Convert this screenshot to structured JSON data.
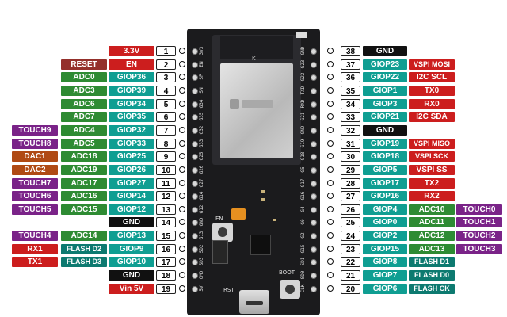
{
  "colors": {
    "power": "#cc1e1e",
    "adc": "#2e8b33",
    "gpio": "#0f9e92",
    "touch": "#7a2388",
    "dac": "#b04a14",
    "serial": "#cc1e1e",
    "reset": "#94302b",
    "ground": "#111111",
    "flash": "#0d7a70",
    "spi": "#cc1e1e",
    "i2c": "#cc1e1e",
    "board": "#1b1b1d",
    "shield": "#c9c9c9"
  },
  "left_pins": [
    {
      "num": "1",
      "labels": [
        {
          "text": "3.3V",
          "kind": "power"
        }
      ]
    },
    {
      "num": "2",
      "labels": [
        {
          "text": "EN",
          "kind": "serial"
        },
        {
          "text": "RESET",
          "kind": "reset"
        }
      ]
    },
    {
      "num": "3",
      "labels": [
        {
          "text": "GIOP36",
          "kind": "gpio"
        },
        {
          "text": "ADC0",
          "kind": "adc"
        }
      ]
    },
    {
      "num": "4",
      "labels": [
        {
          "text": "GIOP39",
          "kind": "gpio"
        },
        {
          "text": "ADC3",
          "kind": "adc"
        }
      ]
    },
    {
      "num": "5",
      "labels": [
        {
          "text": "GIOP34",
          "kind": "gpio"
        },
        {
          "text": "ADC6",
          "kind": "adc"
        }
      ]
    },
    {
      "num": "6",
      "labels": [
        {
          "text": "GIOP35",
          "kind": "gpio"
        },
        {
          "text": "ADC7",
          "kind": "adc"
        }
      ]
    },
    {
      "num": "7",
      "labels": [
        {
          "text": "GIOP32",
          "kind": "gpio"
        },
        {
          "text": "ADC4",
          "kind": "adc"
        },
        {
          "text": "TOUCH9",
          "kind": "touch"
        }
      ]
    },
    {
      "num": "8",
      "labels": [
        {
          "text": "GIOP33",
          "kind": "gpio"
        },
        {
          "text": "ADC5",
          "kind": "adc"
        },
        {
          "text": "TOUCH8",
          "kind": "touch"
        }
      ]
    },
    {
      "num": "9",
      "labels": [
        {
          "text": "GIOP25",
          "kind": "gpio"
        },
        {
          "text": "ADC18",
          "kind": "adc"
        },
        {
          "text": "DAC1",
          "kind": "dac"
        }
      ]
    },
    {
      "num": "10",
      "labels": [
        {
          "text": "GIOP26",
          "kind": "gpio"
        },
        {
          "text": "ADC19",
          "kind": "adc"
        },
        {
          "text": "DAC2",
          "kind": "dac"
        }
      ]
    },
    {
      "num": "11",
      "labels": [
        {
          "text": "GIOP27",
          "kind": "gpio"
        },
        {
          "text": "ADC17",
          "kind": "adc"
        },
        {
          "text": "TOUCH7",
          "kind": "touch"
        }
      ]
    },
    {
      "num": "12",
      "labels": [
        {
          "text": "GIOP14",
          "kind": "gpio"
        },
        {
          "text": "ADC16",
          "kind": "adc"
        },
        {
          "text": "TOUCH6",
          "kind": "touch"
        }
      ]
    },
    {
      "num": "13",
      "labels": [
        {
          "text": "GIOP12",
          "kind": "gpio"
        },
        {
          "text": "ADC15",
          "kind": "adc"
        },
        {
          "text": "TOUCH5",
          "kind": "touch"
        }
      ]
    },
    {
      "num": "14",
      "labels": [
        {
          "text": "GND",
          "kind": "ground"
        }
      ]
    },
    {
      "num": "15",
      "labels": [
        {
          "text": "GIOP13",
          "kind": "gpio"
        },
        {
          "text": "ADC14",
          "kind": "adc"
        },
        {
          "text": "TOUCH4",
          "kind": "touch"
        }
      ]
    },
    {
      "num": "16",
      "labels": [
        {
          "text": "GIOP9",
          "kind": "gpio"
        },
        {
          "text": "FLASH D2",
          "kind": "flash"
        },
        {
          "text": "RX1",
          "kind": "serial"
        }
      ]
    },
    {
      "num": "17",
      "labels": [
        {
          "text": "GIOP10",
          "kind": "gpio"
        },
        {
          "text": "FLASH D3",
          "kind": "flash"
        },
        {
          "text": "TX1",
          "kind": "serial"
        }
      ]
    },
    {
      "num": "18",
      "labels": [
        {
          "text": "GND",
          "kind": "ground"
        }
      ]
    },
    {
      "num": "19",
      "labels": [
        {
          "text": "Vin 5V",
          "kind": "power"
        }
      ]
    }
  ],
  "right_pins": [
    {
      "num": "38",
      "labels": [
        {
          "text": "GND",
          "kind": "ground"
        }
      ]
    },
    {
      "num": "37",
      "labels": [
        {
          "text": "GIOP23",
          "kind": "gpio"
        },
        {
          "text": "VSPI MOSI",
          "kind": "spi"
        }
      ]
    },
    {
      "num": "36",
      "labels": [
        {
          "text": "GIOP22",
          "kind": "gpio"
        },
        {
          "text": "I2C SCL",
          "kind": "i2c"
        }
      ]
    },
    {
      "num": "35",
      "labels": [
        {
          "text": "GIOP1",
          "kind": "gpio"
        },
        {
          "text": "TX0",
          "kind": "serial"
        }
      ]
    },
    {
      "num": "34",
      "labels": [
        {
          "text": "GIOP3",
          "kind": "gpio"
        },
        {
          "text": "RX0",
          "kind": "serial"
        }
      ]
    },
    {
      "num": "33",
      "labels": [
        {
          "text": "GIOP21",
          "kind": "gpio"
        },
        {
          "text": "I2C SDA",
          "kind": "i2c"
        }
      ]
    },
    {
      "num": "32",
      "labels": [
        {
          "text": "GND",
          "kind": "ground"
        }
      ]
    },
    {
      "num": "31",
      "labels": [
        {
          "text": "GIOP19",
          "kind": "gpio"
        },
        {
          "text": "VSPI MISO",
          "kind": "spi"
        }
      ]
    },
    {
      "num": "30",
      "labels": [
        {
          "text": "GIOP18",
          "kind": "gpio"
        },
        {
          "text": "VSPI SCK",
          "kind": "spi"
        }
      ]
    },
    {
      "num": "29",
      "labels": [
        {
          "text": "GIOP5",
          "kind": "gpio"
        },
        {
          "text": "VSPI SS",
          "kind": "spi"
        }
      ]
    },
    {
      "num": "28",
      "labels": [
        {
          "text": "GIOP17",
          "kind": "gpio"
        },
        {
          "text": "TX2",
          "kind": "serial"
        }
      ]
    },
    {
      "num": "27",
      "labels": [
        {
          "text": "GIOP16",
          "kind": "gpio"
        },
        {
          "text": "RX2",
          "kind": "serial"
        }
      ]
    },
    {
      "num": "26",
      "labels": [
        {
          "text": "GIOP4",
          "kind": "gpio"
        },
        {
          "text": "ADC10",
          "kind": "adc"
        },
        {
          "text": "TOUCH0",
          "kind": "touch"
        }
      ]
    },
    {
      "num": "25",
      "labels": [
        {
          "text": "GIOP0",
          "kind": "gpio"
        },
        {
          "text": "ADC11",
          "kind": "adc"
        },
        {
          "text": "TOUCH1",
          "kind": "touch"
        }
      ]
    },
    {
      "num": "24",
      "labels": [
        {
          "text": "GIOP2",
          "kind": "gpio"
        },
        {
          "text": "ADC12",
          "kind": "adc"
        },
        {
          "text": "TOUCH2",
          "kind": "touch"
        }
      ]
    },
    {
      "num": "23",
      "labels": [
        {
          "text": "GIOP15",
          "kind": "gpio"
        },
        {
          "text": "ADC13",
          "kind": "adc"
        },
        {
          "text": "TOUCH3",
          "kind": "touch"
        }
      ]
    },
    {
      "num": "22",
      "labels": [
        {
          "text": "GIOP8",
          "kind": "gpio"
        },
        {
          "text": "FLASH D1",
          "kind": "flash"
        }
      ]
    },
    {
      "num": "21",
      "labels": [
        {
          "text": "GIOP7",
          "kind": "gpio"
        },
        {
          "text": "FLASH D0",
          "kind": "flash"
        }
      ]
    },
    {
      "num": "20",
      "labels": [
        {
          "text": "GIOP6",
          "kind": "gpio"
        },
        {
          "text": "FLASH CK",
          "kind": "flash"
        }
      ]
    }
  ],
  "board_left_silk": [
    "3V3",
    "EN",
    "SP",
    "SN",
    "G34",
    "G35",
    "G32",
    "G33",
    "G25",
    "G26",
    "G27",
    "G14",
    "G12",
    "GND",
    "G13",
    "SD2",
    "SD3",
    "CMD",
    "5V"
  ],
  "board_right_silk": [
    "GND",
    "G23",
    "G22",
    "TXD",
    "RXD",
    "G21",
    "GND",
    "G19",
    "G18",
    "G5",
    "G17",
    "G16",
    "G4",
    "G0",
    "G2",
    "G15",
    "SD1",
    "SD0",
    "CLK"
  ],
  "board": {
    "button_en_label": "EN",
    "button_boot_label": "BOOT",
    "button_rst_label": "RST",
    "module_mark": "K"
  }
}
